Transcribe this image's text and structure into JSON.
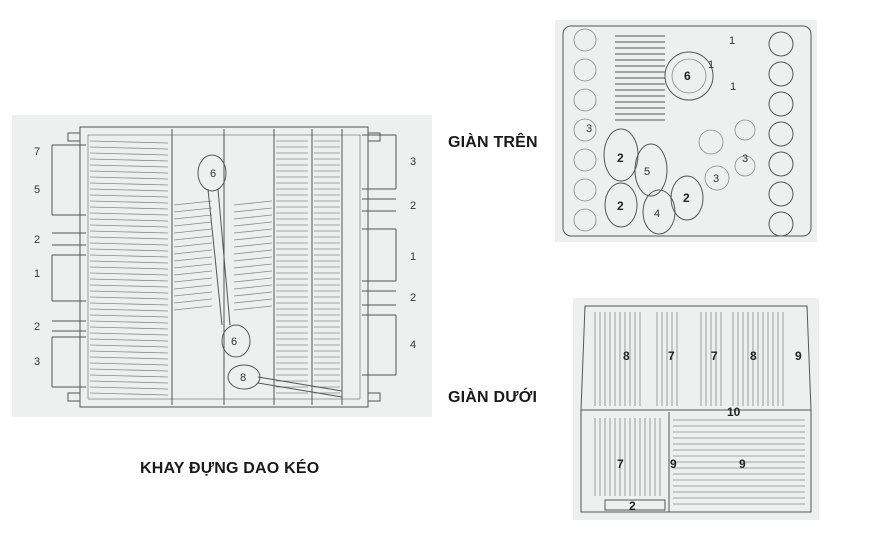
{
  "captions": {
    "upper_rack": "GIÀN TRÊN",
    "lower_rack": "GIÀN DƯỚI",
    "cutlery_tray": "KHAY ĐỰNG DAO KÉO"
  },
  "cutlery_tray": {
    "left_callouts": [
      "7",
      "5",
      "2",
      "1",
      "2",
      "3"
    ],
    "right_callouts": [
      "3",
      "2",
      "1",
      "2",
      "4"
    ],
    "inner_labels": [
      "6",
      "6",
      "8"
    ]
  },
  "upper_rack": {
    "labels": [
      "1",
      "1",
      "6",
      "1",
      "3",
      "2",
      "5",
      "3",
      "3",
      "2",
      "4",
      "2"
    ]
  },
  "lower_rack": {
    "labels": [
      "8",
      "7",
      "7",
      "8",
      "9",
      "10",
      "7",
      "9",
      "9",
      "2"
    ]
  },
  "colors": {
    "panel": "#eef0f0",
    "line": "#555555",
    "caption": "#1a1a1a"
  }
}
